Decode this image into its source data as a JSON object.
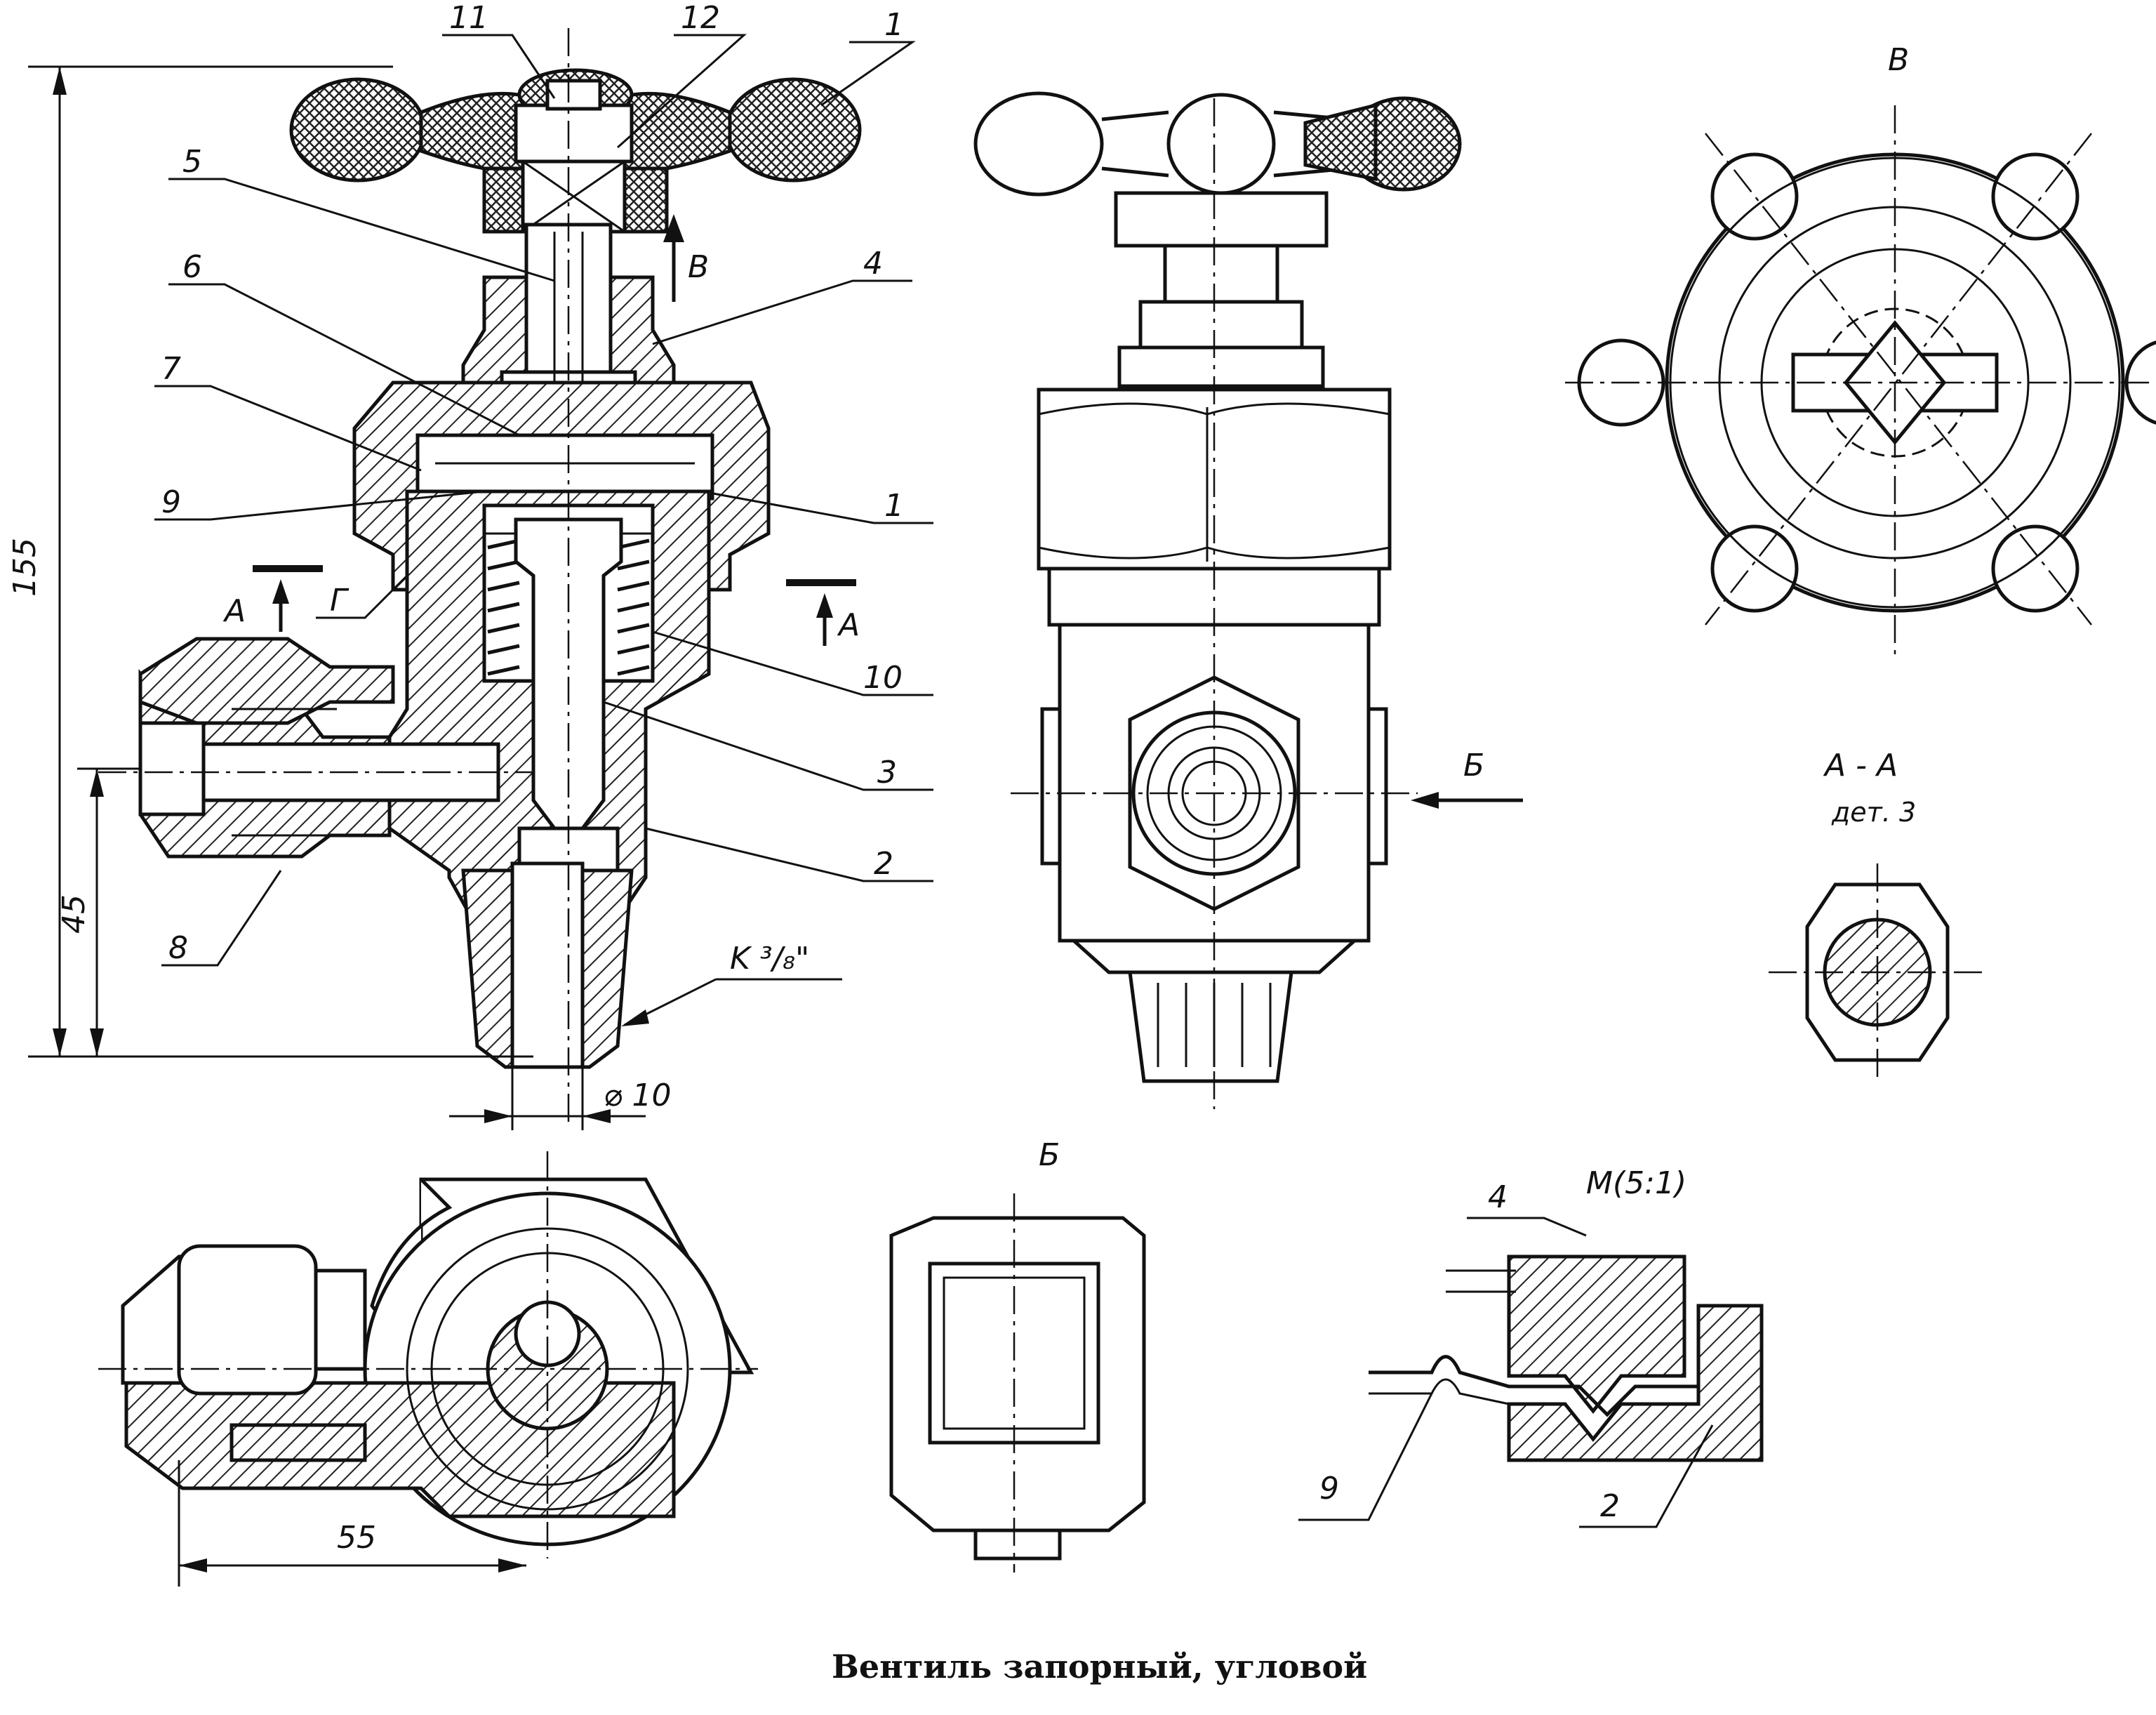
{
  "caption": "Вентиль запорный, угловой",
  "dimensions": {
    "height_total": "155",
    "height_outlet": "45",
    "diameter_outlet": "⌀ 10",
    "thread_outlet": "K ³/₈\"",
    "length_bottom": "55"
  },
  "part_labels": {
    "p11": "11",
    "p12": "12",
    "p1_top": "1",
    "p5_top": "5",
    "p4": "4",
    "p6": "6",
    "p7": "7",
    "p9": "9",
    "p1": "1",
    "p10": "10",
    "p3": "3",
    "p2": "2",
    "p8": "8",
    "g": "Г"
  },
  "view_labels": {
    "arrow_v": "В",
    "section_a_left": "А",
    "section_a_right": "А",
    "view_v": "В",
    "arrow_b": "Б",
    "section_aa": "А - А",
    "section_aa_sub": "дет. 3",
    "view_b": "Б",
    "detail_m": "М(5:1)",
    "detail_4": "4",
    "detail_9": "9",
    "detail_2": "2"
  }
}
